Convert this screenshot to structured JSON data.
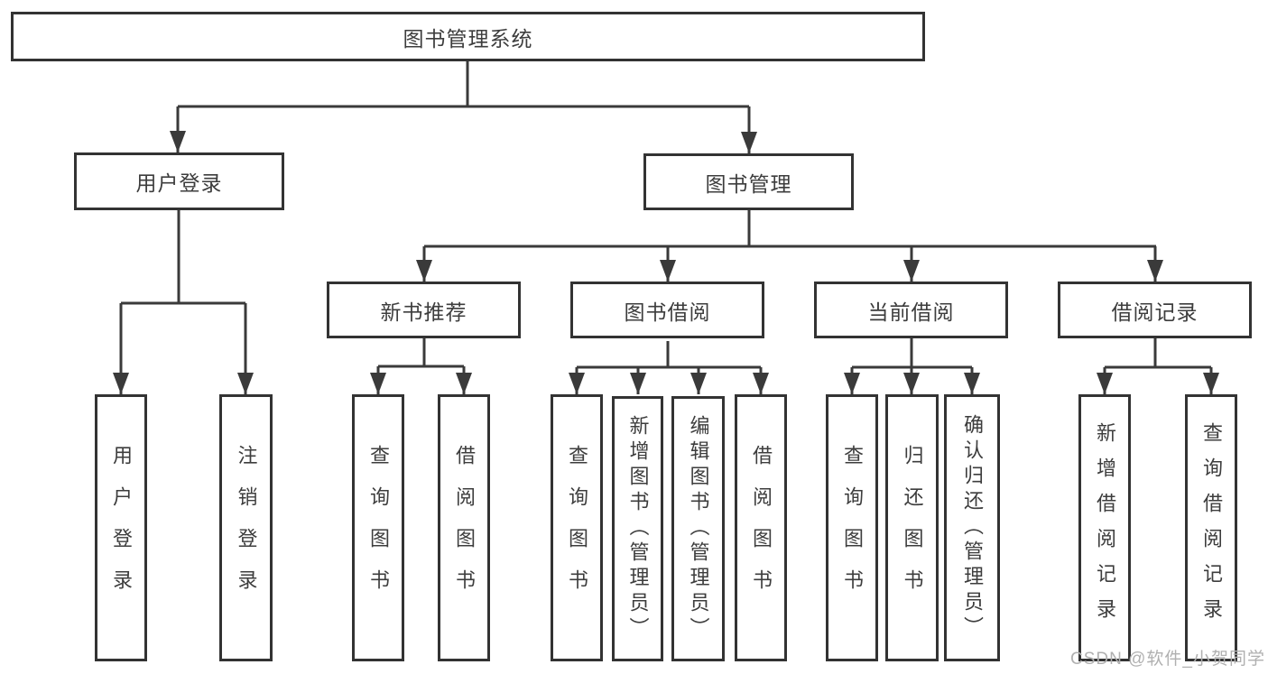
{
  "tree": {
    "label": "图书管理系统",
    "children": [
      {
        "label": "用户登录",
        "children": [
          {
            "label": "用户登录"
          },
          {
            "label": "注销登录"
          }
        ]
      },
      {
        "label": "图书管理",
        "children": [
          {
            "label": "新书推荐",
            "children": [
              {
                "label": "查询图书"
              },
              {
                "label": "借阅图书"
              }
            ]
          },
          {
            "label": "图书借阅",
            "children": [
              {
                "label": "查询图书"
              },
              {
                "label": "新增图书（管理员）"
              },
              {
                "label": "编辑图书（管理员）"
              },
              {
                "label": "借阅图书"
              }
            ]
          },
          {
            "label": "当前借阅",
            "children": [
              {
                "label": "查询图书"
              },
              {
                "label": "归还图书"
              },
              {
                "label": "确认归还（管理员）"
              }
            ]
          },
          {
            "label": "借阅记录",
            "children": [
              {
                "label": "新增借阅记录"
              },
              {
                "label": "查询借阅记录"
              }
            ]
          }
        ]
      }
    ]
  },
  "watermark": {
    "text": "CSDN @软件_小贺同学"
  },
  "colors": {
    "line": "#3a3a3a",
    "border": "#333333",
    "text": "#3d3d3d",
    "background": "#ffffff",
    "watermark": "#b0b0b0"
  }
}
